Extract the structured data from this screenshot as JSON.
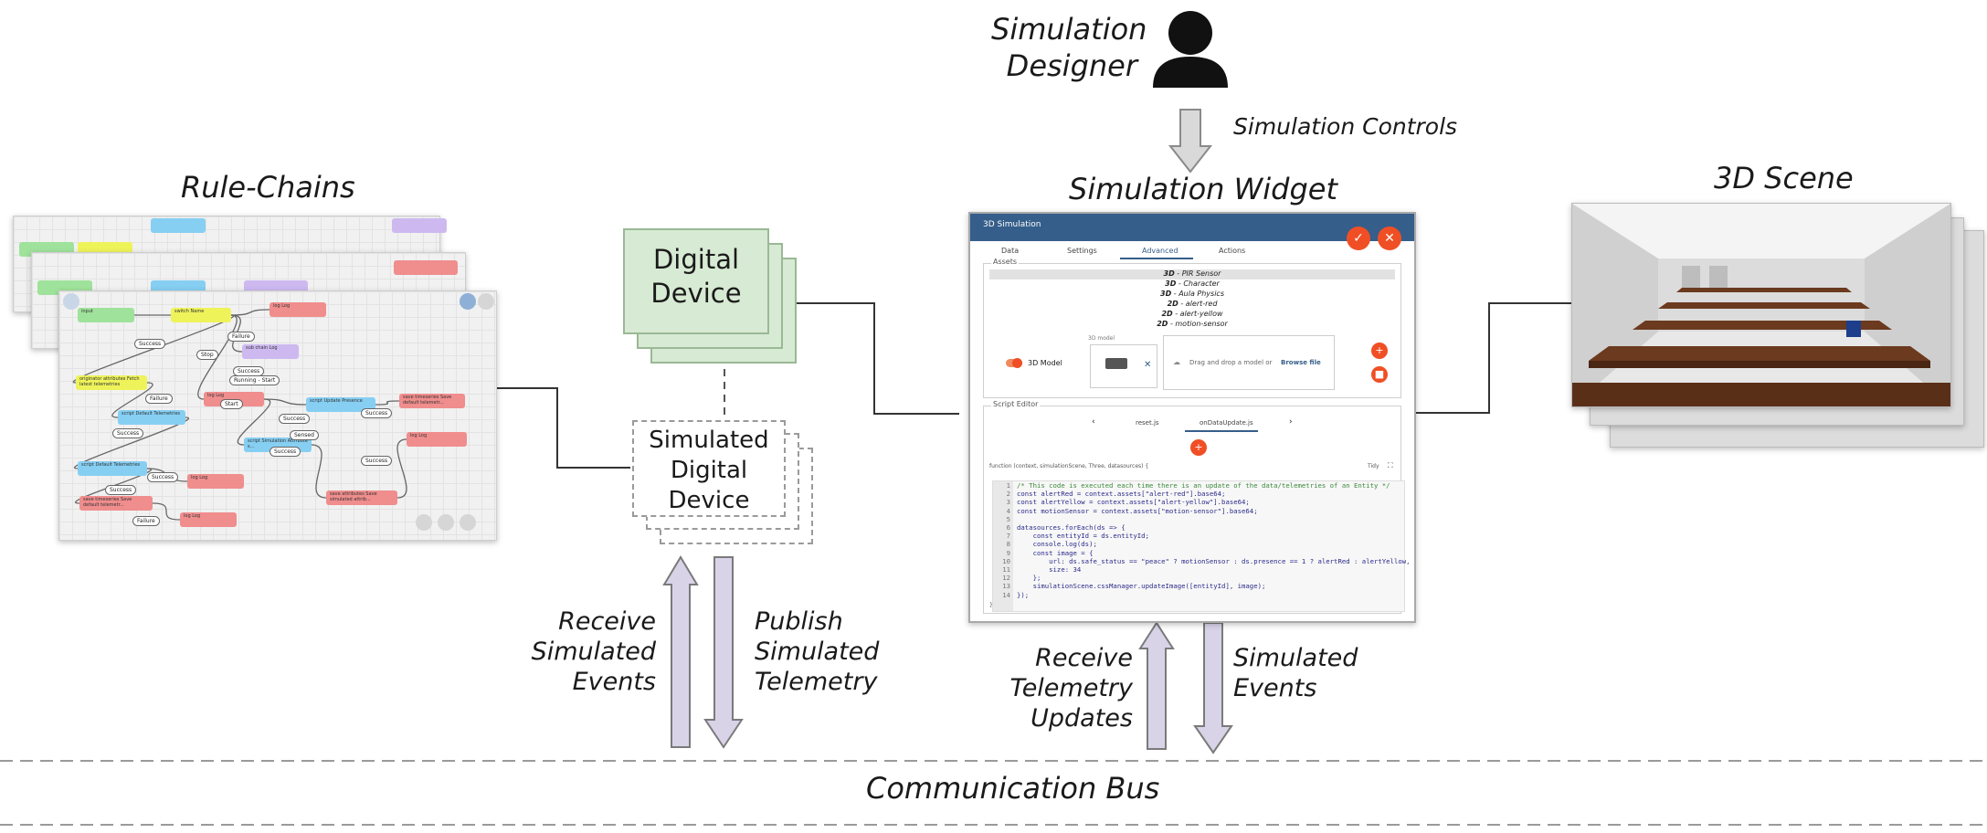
{
  "designer": {
    "title_line1": "Simulation",
    "title_line2": "Designer",
    "controls_label": "Simulation Controls"
  },
  "rule_chains": {
    "title": "Rule-Chains",
    "nodes": [
      {
        "text": "input",
        "color": "green"
      },
      {
        "text": "switch Name",
        "color": "yellow"
      },
      {
        "text": "log Log",
        "color": "red"
      },
      {
        "text": "originator attributes Fetch latest telemetries",
        "color": "yellow"
      },
      {
        "text": "sub chain Log",
        "color": "purple"
      },
      {
        "text": "script Default Telemetries",
        "color": "blue"
      },
      {
        "text": "log Log",
        "color": "red"
      },
      {
        "text": "script Update Presence",
        "color": "blue"
      },
      {
        "text": "save timeseries Save default telemetr...",
        "color": "red"
      },
      {
        "text": "script Default Telemetries",
        "color": "blue"
      },
      {
        "text": "script Simulation Attribute s...",
        "color": "blue"
      },
      {
        "text": "log Log",
        "color": "red"
      },
      {
        "text": "save timeseries Save default telemetr...",
        "color": "red"
      },
      {
        "text": "save attributes Save simulated attrib...",
        "color": "red"
      },
      {
        "text": "log Log",
        "color": "red"
      },
      {
        "text": "log Log",
        "color": "red"
      }
    ],
    "edge_labels": [
      "Success",
      "Failure",
      "Success",
      "Stop",
      "Running - Start",
      "Start",
      "Failure",
      "Success",
      "Success",
      "Success",
      "Success",
      "Success",
      "Success",
      "Failure",
      "Sensed",
      "Success"
    ]
  },
  "digital_device": {
    "line1": "Digital",
    "line2": "Device"
  },
  "simulated_device": {
    "line1": "Simulated",
    "line2": "Digital",
    "line3": "Device"
  },
  "left_arrows": {
    "receive": [
      "Receive",
      "Simulated",
      "Events"
    ],
    "publish": [
      "Publish",
      "Simulated",
      "Telemetry"
    ]
  },
  "widget": {
    "title": "Simulation Widget",
    "header": "3D Simulation",
    "tabs": [
      "Data",
      "Settings",
      "Advanced",
      "Actions"
    ],
    "assets_label": "Assets",
    "assets": [
      {
        "kind": "3D",
        "name": "PIR Sensor"
      },
      {
        "kind": "3D",
        "name": "Character"
      },
      {
        "kind": "3D",
        "name": "Aula Physics"
      },
      {
        "kind": "2D",
        "name": "alert-red"
      },
      {
        "kind": "2D",
        "name": "alert-yellow"
      },
      {
        "kind": "2D",
        "name": "motion-sensor"
      }
    ],
    "toggle_label": "3D Model",
    "model_caption": "3D model",
    "drop_text": "Drag and drop a model or",
    "browse_text": "Browse file",
    "script_editor_label": "Script Editor",
    "script_tabs": [
      "reset.js",
      "onDataUpdate.js"
    ],
    "function_sig": "function (context, simulationScene, Three, datasources) {",
    "tidy": "Tidy",
    "code_lines": [
      "/* This code is executed each time there is an update of the data/telemetries of an Entity */",
      "const alertRed = context.assets[\"alert-red\"].base64;",
      "const alertYellow = context.assets[\"alert-yellow\"].base64;",
      "const motionSensor = context.assets[\"motion-sensor\"].base64;",
      "",
      "datasources.forEach(ds => {",
      "    const entityId = ds.entityId;",
      "    console.log(ds);",
      "    const image = {",
      "        url: ds.safe_status == \"peace\" ? motionSensor : ds.presence == 1 ? alertRed : alertYellow,",
      "        size: 34",
      "    };",
      "    simulationScene.cssManager.updateImage([entityId], image);",
      "});"
    ],
    "closing": "}"
  },
  "right_arrows": {
    "receive": [
      "Receive",
      "Telemetry",
      "Updates"
    ],
    "events": [
      "Simulated",
      "Events"
    ]
  },
  "scene": {
    "title": "3D Scene"
  },
  "bus": {
    "label": "Communication Bus"
  },
  "colors": {
    "arrow_fill": "#d9d3e8",
    "arrow_stroke": "#7a7a7a",
    "device_fill": "#d7ead3",
    "widget_header": "#355e8a",
    "accent": "#f04f25"
  }
}
